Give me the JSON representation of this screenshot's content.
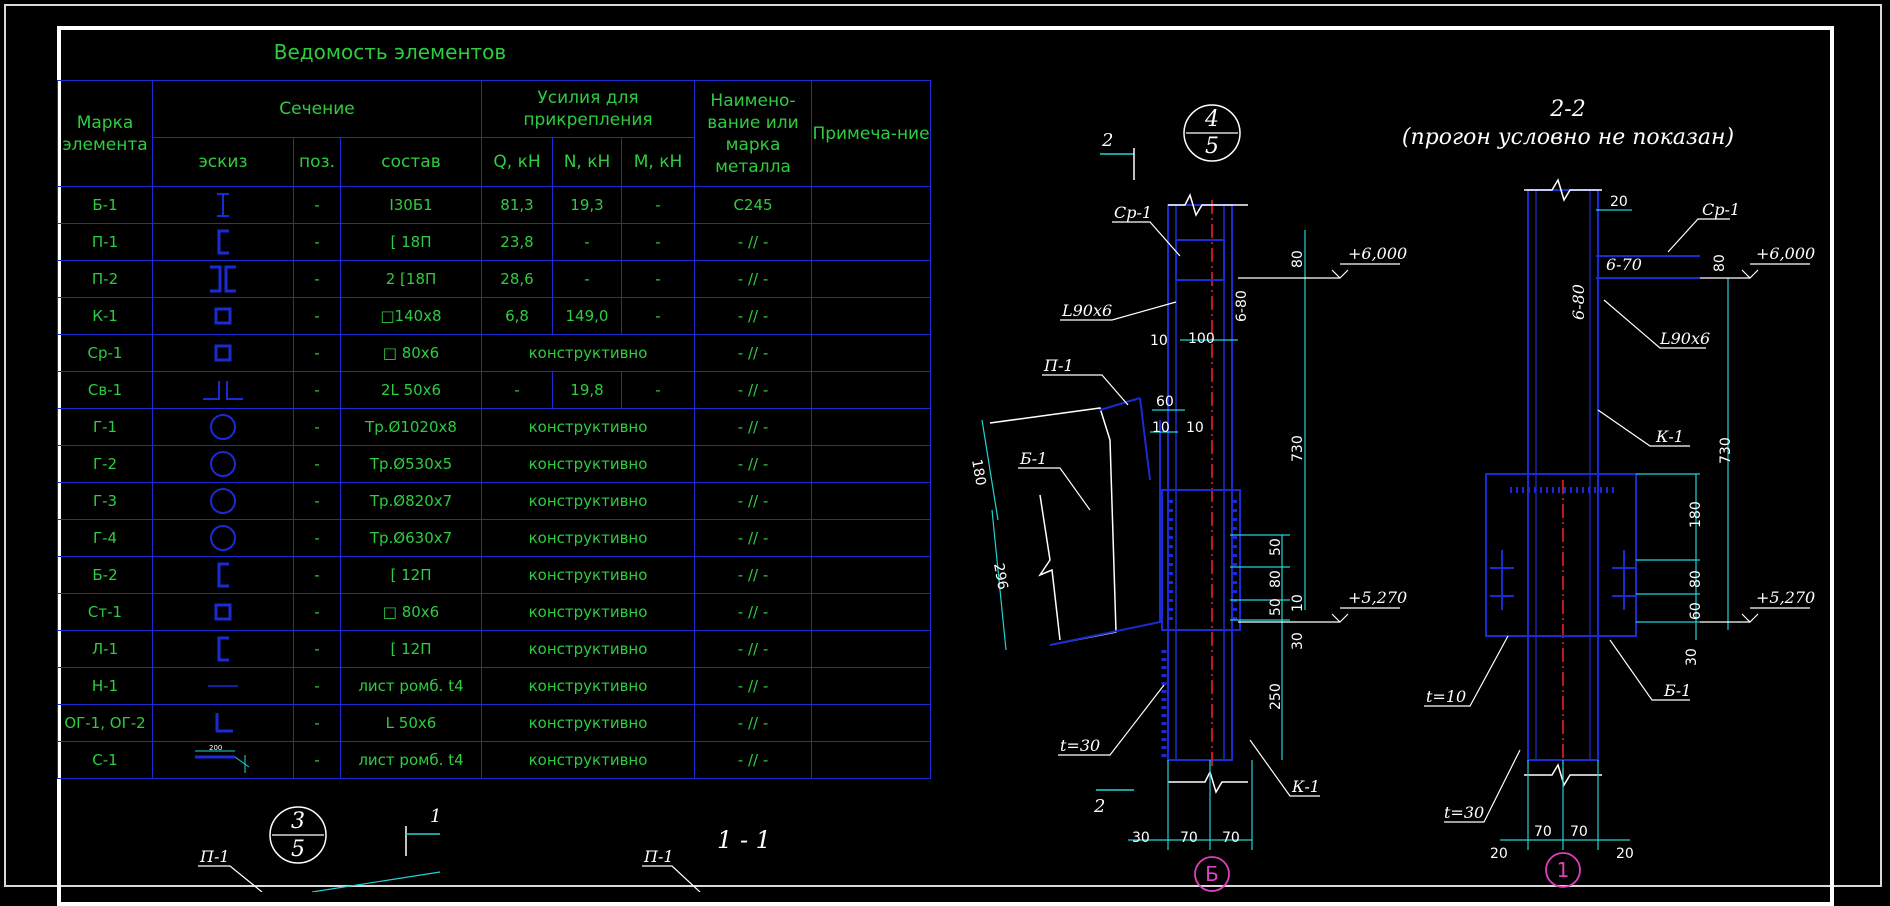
{
  "table": {
    "title": "Ведомость элементов",
    "headers": {
      "marka": "Марка элемента",
      "sechenie": "Сечение",
      "eskiz": "эскиз",
      "poz": "поз.",
      "sostav": "состав",
      "usiliya": "Усилия для прикрепления",
      "q": "Q, кН",
      "n": "N, кН",
      "m": "M, кН",
      "metal": "Наимено-вание или марка металла",
      "prim": "Примеча-ние"
    },
    "rows": [
      {
        "marka": "Б-1",
        "poz": "-",
        "sostav": "I30Б1",
        "q": "81,3",
        "n": "19,3",
        "m": "-",
        "metal": "С245",
        "sketch": "i-beam-icon"
      },
      {
        "marka": "П-1",
        "poz": "-",
        "sostav": "[ 18П",
        "q": "23,8",
        "n": "-",
        "m": "-",
        "metal": "- // -",
        "sketch": "channel-icon"
      },
      {
        "marka": "П-2",
        "poz": "-",
        "sostav": "2 [18П",
        "q": "28,6",
        "n": "-",
        "m": "-",
        "metal": "- // -",
        "sketch": "double-channel-icon"
      },
      {
        "marka": "К-1",
        "poz": "-",
        "sostav": "□140х8",
        "q": "6,8",
        "n": "149,0",
        "m": "-",
        "metal": "- // -",
        "sketch": "square-tube-icon"
      },
      {
        "marka": "Ср-1",
        "poz": "-",
        "sostav": "□ 80х6",
        "usil": "конструктивно",
        "metal": "- // -",
        "sketch": "square-tube-icon"
      },
      {
        "marka": "Св-1",
        "poz": "-",
        "sostav": "2L 50х6",
        "q": "-",
        "n": "19,8",
        "m": "-",
        "metal": "- // -",
        "sketch": "double-angle-icon"
      },
      {
        "marka": "Г-1",
        "poz": "-",
        "sostav": "Тр.Ø1020х8",
        "usil": "конструктивно",
        "metal": "- // -",
        "sketch": "pipe-icon"
      },
      {
        "marka": "Г-2",
        "poz": "-",
        "sostav": "Тр.Ø530х5",
        "usil": "конструктивно",
        "metal": "- // -",
        "sketch": "pipe-icon"
      },
      {
        "marka": "Г-3",
        "poz": "-",
        "sostav": "Тр.Ø820х7",
        "usil": "конструктивно",
        "metal": "- // -",
        "sketch": "pipe-icon"
      },
      {
        "marka": "Г-4",
        "poz": "-",
        "sostav": "Тр.Ø630х7",
        "usil": "конструктивно",
        "metal": "- // -",
        "sketch": "pipe-icon"
      },
      {
        "marka": "Б-2",
        "poz": "-",
        "sostav": "[ 12П",
        "usil": "конструктивно",
        "metal": "- // -",
        "sketch": "channel-icon"
      },
      {
        "marka": "Ст-1",
        "poz": "-",
        "sostav": "□ 80х6",
        "usil": "конструктивно",
        "metal": "- // -",
        "sketch": "square-tube-icon"
      },
      {
        "marka": "Л-1",
        "poz": "-",
        "sostav": "[ 12П",
        "usil": "конструктивно",
        "metal": "- // -",
        "sketch": "channel-icon"
      },
      {
        "marka": "Н-1",
        "poz": "-",
        "sostav": "лист ромб. t4",
        "usil": "конструктивно",
        "metal": "- // -",
        "sketch": "plate-icon"
      },
      {
        "marka": "ОГ-1, ОГ-2",
        "poz": "-",
        "sostav": "L 50х6",
        "usil": "конструктивно",
        "metal": "- // -",
        "sketch": "angle-icon"
      },
      {
        "marka": "С-1",
        "poz": "-",
        "sostav": "лист ромб. t4",
        "usil": "конструктивно",
        "metal": "- // -",
        "sketch": "plate-dim-icon"
      }
    ]
  },
  "node_4_5": {
    "num": "4",
    "den": "5",
    "cut": "2",
    "labels": [
      "Ср-1",
      "L90х6",
      "П-1",
      "Б-1",
      "t=30",
      "К-1"
    ],
    "level_top": "+6,000",
    "level_bot": "+5,270",
    "dims_v": [
      "80",
      "6-80",
      "730",
      "50",
      "80",
      "10",
      "50",
      "30",
      "250"
    ],
    "dims_h": [
      "10",
      "100",
      "60",
      "10",
      "10",
      "30",
      "70",
      "70"
    ],
    "dims_slant": [
      "180",
      "296"
    ],
    "axis": "Б"
  },
  "section_2_2": {
    "title": "2-2",
    "subtitle": "(прогон условно не показан)",
    "labels": [
      "Ср-1",
      "6-70",
      "6-80",
      "L90х6",
      "К-1",
      "t=10",
      "Б-1",
      "t=30"
    ],
    "level_top": "+6,000",
    "level_bot": "+5,270",
    "dims_v": [
      "80",
      "730",
      "180",
      "80",
      "60",
      "30"
    ],
    "dims_h": [
      "20",
      "20",
      "70",
      "70",
      "20"
    ],
    "axis": "1"
  },
  "node_3_5": {
    "num": "3",
    "den": "5",
    "cut": "1",
    "label": "П-1"
  },
  "section_1_1": {
    "title": "1 - 1",
    "label": "П-1"
  },
  "colors": {
    "text_green": "#2ecc40",
    "grid_blue": "#1a2bd6",
    "dim_cyan": "#22d3d3",
    "axis_red": "#ff2020",
    "axis_magenta": "#e040c0"
  }
}
